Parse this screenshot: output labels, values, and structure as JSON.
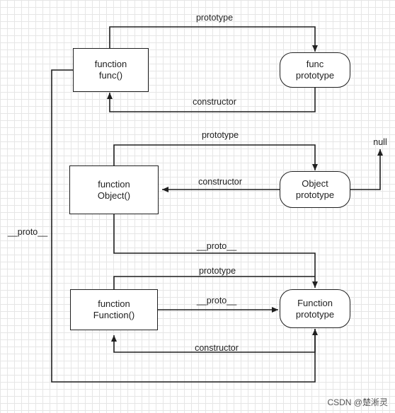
{
  "nodes": {
    "func_fn": {
      "line1": "function",
      "line2": "func()"
    },
    "func_proto": {
      "line1": "func",
      "line2": "prototype"
    },
    "object_fn": {
      "line1": "function",
      "line2": "Object()"
    },
    "object_proto": {
      "line1": "Object",
      "line2": "prototype"
    },
    "function_fn": {
      "line1": "function",
      "line2": "Function()"
    },
    "function_proto": {
      "line1": "Function",
      "line2": "prototype"
    }
  },
  "labels": {
    "func_prototype": "prototype",
    "func_constructor": "constructor",
    "object_prototype": "prototype",
    "object_constructor": "constructor",
    "null": "null",
    "object_proto_link": "__proto__",
    "function_prototype": "prototype",
    "function_proto_link": "__proto__",
    "function_constructor": "constructor",
    "func_proto_link": "__proto__"
  },
  "watermark": "CSDN @楚淅灵"
}
